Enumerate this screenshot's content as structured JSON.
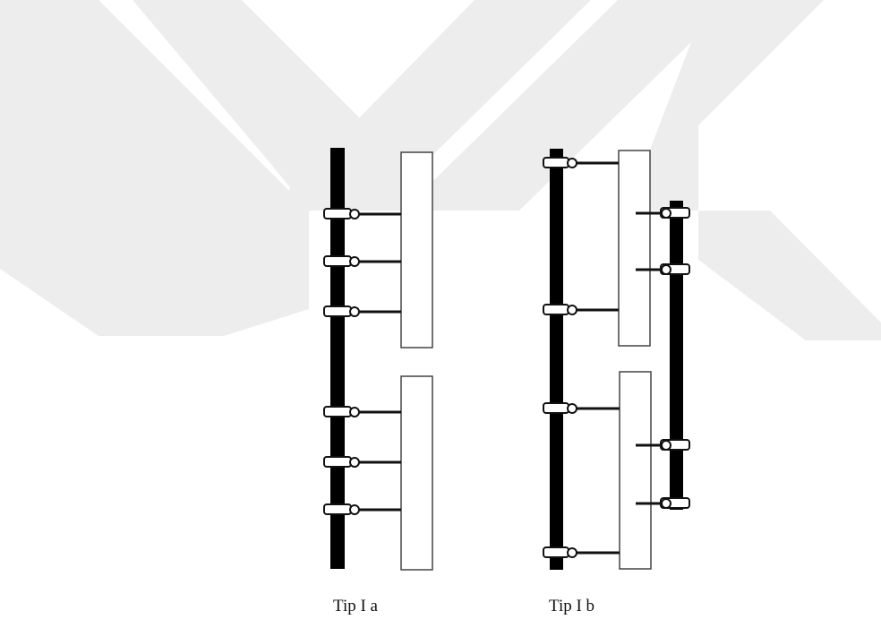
{
  "diagram": {
    "watermark": "chevron-logo-watermark",
    "colors": {
      "watermark": "#ededed",
      "post": "#000000",
      "panel_stroke": "#444444",
      "arm": "#111111"
    },
    "type_a": {
      "caption": "Tip I a",
      "panels": 2,
      "connections_per_panel": 3
    },
    "type_b": {
      "caption": "Tip I b",
      "panels": 2,
      "left_post_connections": 4,
      "right_post_connections": 4
    }
  }
}
